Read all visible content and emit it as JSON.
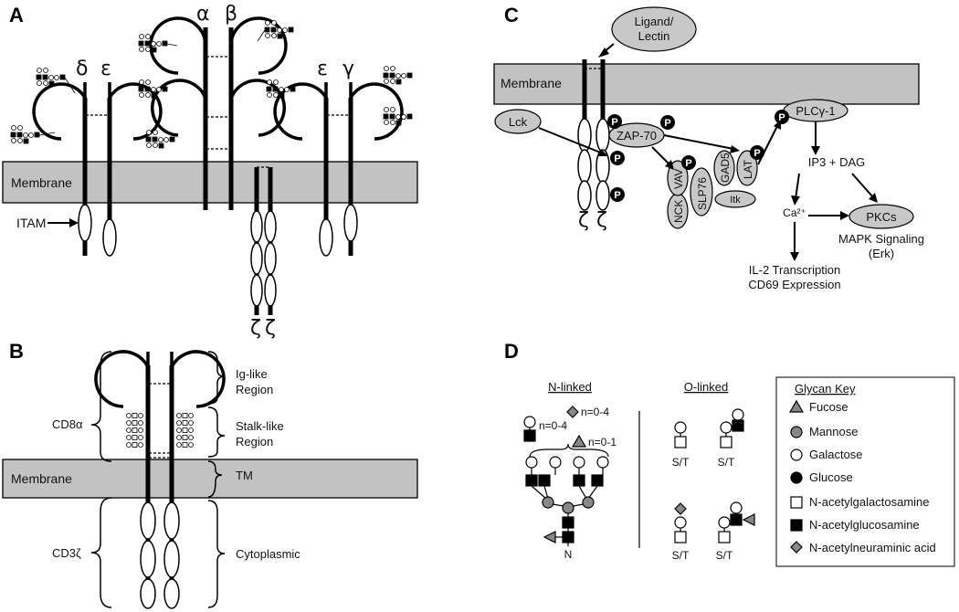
{
  "panels": [
    "A",
    "B",
    "C",
    "D"
  ],
  "panel_a": {
    "membrane": "Membrane",
    "itam": "ITAM",
    "chains": {
      "delta": "δ",
      "epsilon1": "ε",
      "alpha": "α",
      "beta": "β",
      "epsilon2": "ε",
      "gamma": "γ",
      "zeta1": "ζ",
      "zeta2": "ζ"
    }
  },
  "panel_b": {
    "membrane": "Membrane",
    "cd8a": "CD8α",
    "cd3z": "CD3ζ",
    "ig_like_1": "Ig-like",
    "ig_like_2": "Region",
    "stalk_1": "Stalk-like",
    "stalk_2": "Region",
    "tm": "TM",
    "cytoplasmic": "Cytoplasmic"
  },
  "panel_c": {
    "membrane": "Membrane",
    "ligand_1": "Ligand/",
    "ligand_2": "Lectin",
    "lck": "Lck",
    "zap70": "ZAP-70",
    "nck": "NCK",
    "vav": "VAV",
    "slp76": "SLP76",
    "gad5": "GAD5",
    "lat": "LAT",
    "itk": "Itk",
    "plc": "PLCγ-1",
    "ip3dag": "IP3 + DAG",
    "ca": "Ca²⁺",
    "pkcs": "PKCs",
    "mapk_1": "MAPK Signaling",
    "mapk_2": "(Erk)",
    "il2": "IL-2 Transcription",
    "cd69": "CD69 Expression",
    "p": "P",
    "zeta1": "ζ",
    "zeta2": "ζ"
  },
  "panel_d": {
    "n_linked": "N-linked",
    "o_linked": "O-linked",
    "n_04a": "n=0-4",
    "n_04b": "n=0-4",
    "n_01": "n=0-1",
    "n": "N",
    "st": "S/T",
    "key_title": "Glycan Key",
    "key": [
      "Fucose",
      "Mannose",
      "Galactose",
      "Glucose",
      "N-acetylgalactosamine",
      "N-acetylglucosamine",
      "N-acetylneuraminic acid"
    ]
  }
}
